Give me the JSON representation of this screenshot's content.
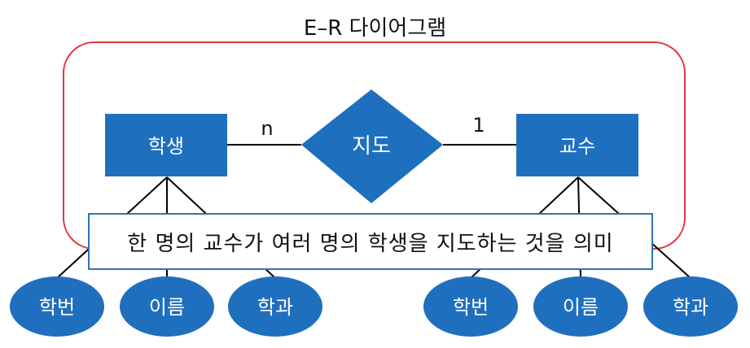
{
  "title": "E–R 다이어그램",
  "entities": {
    "student": "학생",
    "professor": "교수"
  },
  "relationship": "지도",
  "cardinality": {
    "student_side": "n",
    "professor_side": "1"
  },
  "student_attributes": [
    "학번",
    "이름",
    "학과"
  ],
  "professor_attributes": [
    "학번",
    "이름",
    "학과"
  ],
  "note": "한 명의 교수가 여러 명의 학생을 지도하는 것을 의미",
  "colors": {
    "shape_fill": "#1f6fbf",
    "shape_text": "#ffffff",
    "group_border": "#e0393e",
    "note_border": "#2f74b5",
    "line": "#000000"
  }
}
